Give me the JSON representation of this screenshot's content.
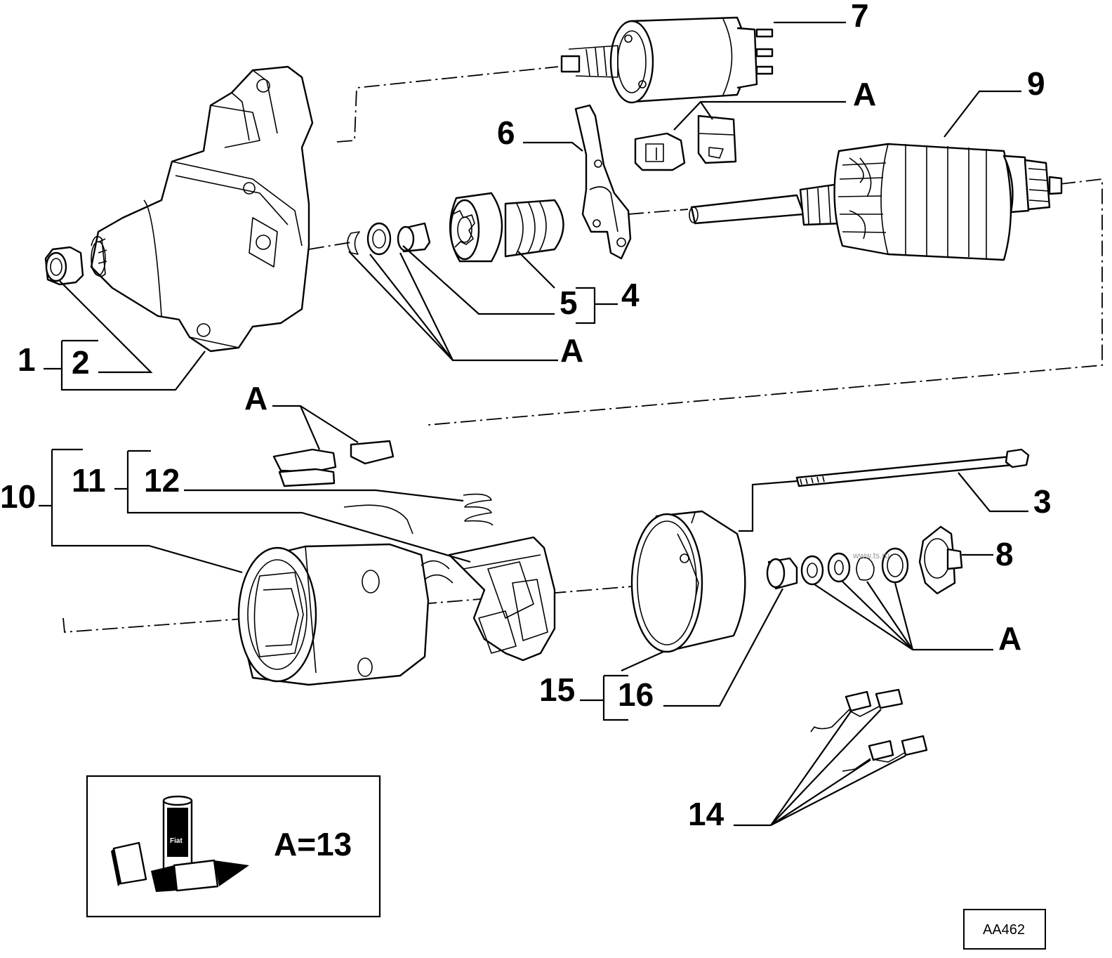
{
  "callouts": {
    "c1": "1",
    "c2": "2",
    "c3": "3",
    "c4": "4",
    "c5": "5",
    "c6": "6",
    "c7": "7",
    "c8": "8",
    "c9": "9",
    "c10": "10",
    "c11": "11",
    "c12": "12",
    "c14": "14",
    "c15": "15",
    "c16": "16",
    "a_top": "A",
    "a_bushings": "A",
    "a_brushes": "A",
    "a_washers": "A"
  },
  "legend": {
    "equation": "A=13",
    "product_brand": "Fiat",
    "icon": "lubricant-product-icon"
  },
  "reference_code": "AA462",
  "watermark": "www.ts.ru"
}
